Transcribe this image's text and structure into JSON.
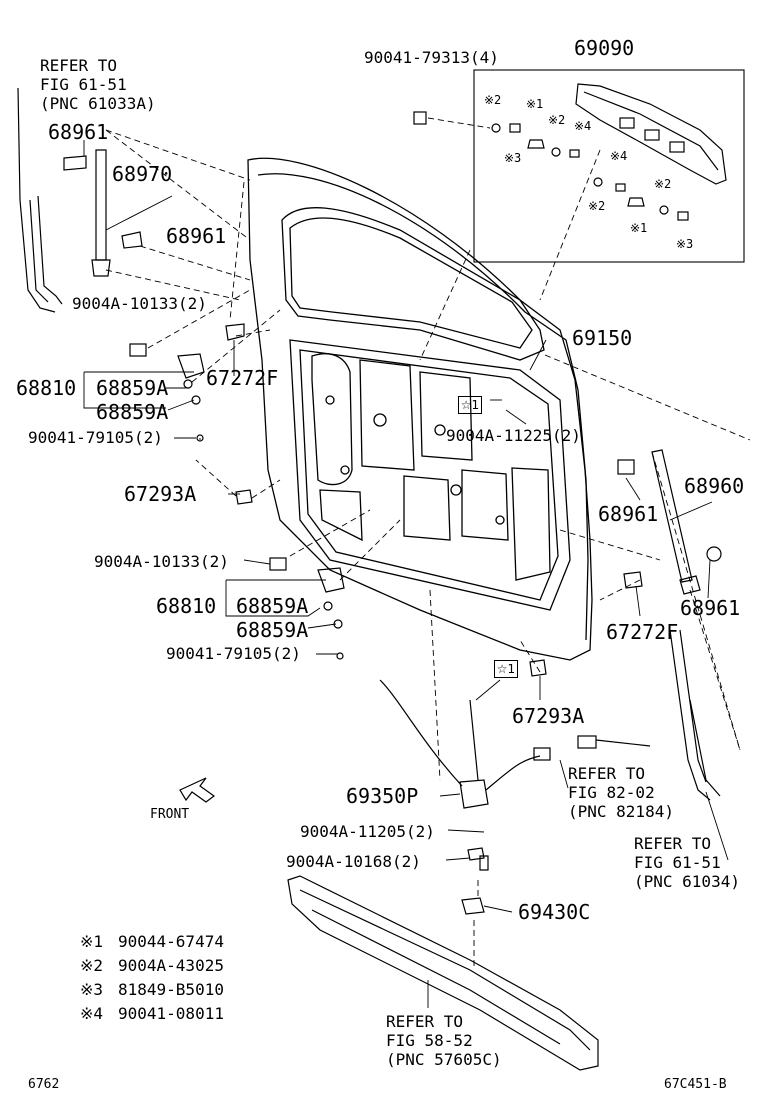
{
  "labels": {
    "refer_6151_top": [
      "REFER TO",
      "FIG 61-51",
      "(PNC 61033A)"
    ],
    "p68961_a": "68961",
    "p68970": "68970",
    "p68961_b": "68961",
    "p9004A_10133_a": "9004A-10133(2)",
    "p68810_a": "68810",
    "p68859A_a1": "68859A",
    "p68859A_a2": "68859A",
    "p90041_79105_a": "90041-79105(2)",
    "p67272F_a": "67272F",
    "p67293A_a": "67293A",
    "p90041_79313": "90041-79313(4)",
    "p69090": "69090",
    "p69150": "69150",
    "star1_a": "☆1",
    "p9004A_11225": "9004A-11225(2)",
    "p68960": "68960",
    "p68961_c": "68961",
    "p68961_d": "68961",
    "p67272F_b": "67272F",
    "p9004A_10133_b": "9004A-10133(2)",
    "p68810_b": "68810",
    "p68859A_b1": "68859A",
    "p68859A_b2": "68859A",
    "p90041_79105_b": "90041-79105(2)",
    "star1_b": "☆1",
    "p67293A_b": "67293A",
    "refer_8202": [
      "REFER TO",
      "FIG 82-02",
      "(PNC 82184)"
    ],
    "p69350P": "69350P",
    "front": "FRONT",
    "p9004A_11205": "9004A-11205(2)",
    "p9004A_10168": "9004A-10168(2)",
    "p69430C": "69430C",
    "refer_6151_bot": [
      "REFER TO",
      "FIG 61-51",
      "(PNC 61034)"
    ],
    "refer_5852": [
      "REFER TO",
      "FIG 58-52",
      "(PNC 57605C)"
    ],
    "footer_left": "6762",
    "footer_right": "67C451-B"
  },
  "legend": [
    {
      "mark": "※1",
      "part": "90044-67474"
    },
    {
      "mark": "※2",
      "part": "9004A-43025"
    },
    {
      "mark": "※3",
      "part": "81849-B5010"
    },
    {
      "mark": "※4",
      "part": "90041-08011"
    }
  ],
  "box_marks": [
    "※2",
    "※1",
    "※2",
    "※4",
    "※3",
    "※4",
    "※2",
    "※2",
    "※1",
    "※3"
  ]
}
